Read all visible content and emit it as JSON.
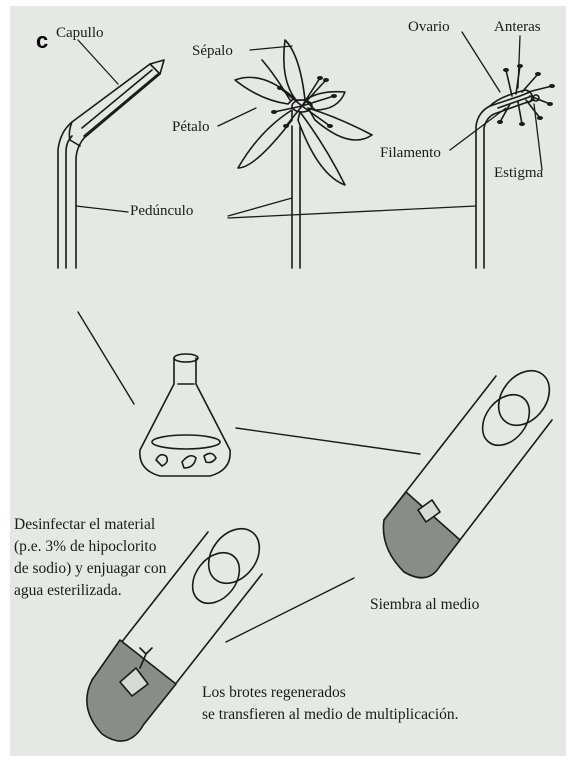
{
  "panel_letter": "c",
  "labels": {
    "capullo": "Capullo",
    "sepalo": "Sépalo",
    "petalo": "Pétalo",
    "ovario": "Ovario",
    "anteras": "Anteras",
    "filamento": "Filamento",
    "estigma": "Estigma",
    "pedunculo": "Pedúnculo"
  },
  "captions": {
    "desinfectar": [
      "Desinfectar el material",
      "(p.e. 3% de hipoclorito",
      "de sodio) y enjuagar con",
      "agua esterilizada."
    ],
    "siembra": "Siembra al medio",
    "brotes": [
      "Los brotes regenerados",
      "se transfieren al medio de multiplicación."
    ]
  },
  "colors": {
    "paper": "#e6e8e6",
    "ink": "#1a1a1a",
    "tube_shade": "#8a8c8a"
  }
}
